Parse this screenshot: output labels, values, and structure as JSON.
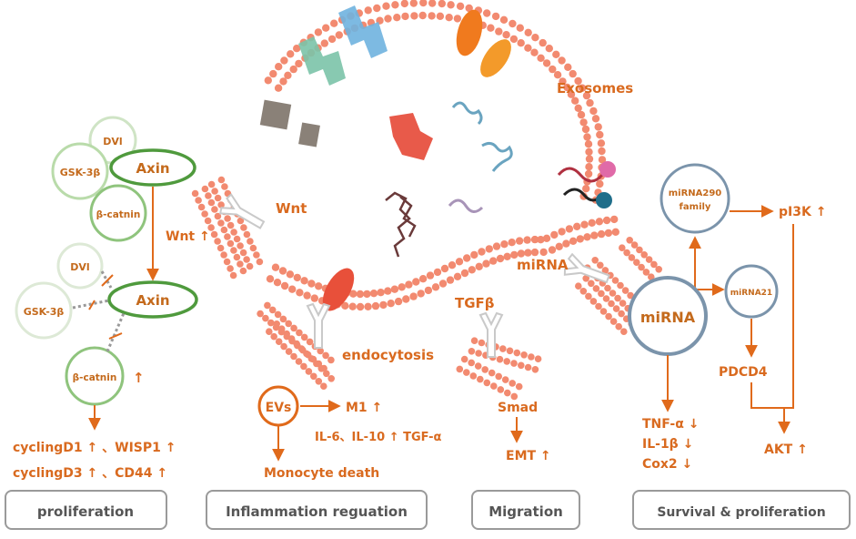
{
  "colors": {
    "accent": "#e06a1b",
    "membrane": "#f28a70",
    "node_green": "#5a9e4c",
    "node_blue": "#7b94ab",
    "box_border": "#9a9a9a"
  },
  "membrane_top": {
    "exosomes_label": "Exosomes"
  },
  "wnt_panel": {
    "dvl_1": "DVl",
    "gsk_1": "GSK-3β",
    "axin_1": "Axin",
    "bcat_1": "β-catnin",
    "wnt_arrow_label": "Wnt ↑",
    "dvl_2": "DVl",
    "gsk_2": "GSK-3β",
    "axin_2": "Axin",
    "bcat_2": "β-catnin",
    "bcat_2_arrow": "↑",
    "cyclin_d1": "cyclingD1 ↑ 、WISP1 ↑",
    "cyclin_d3": "cyclingD3 ↑ 、CD44 ↑"
  },
  "receptor_labels": {
    "wnt": "Wnt",
    "endocytosis": "endocytosis",
    "tgfb": "TGFβ",
    "mirna": "miRNA"
  },
  "inflammation": {
    "evs": "EVs",
    "m1": "M1 ↑",
    "cytokines": "IL-6、IL-10 ↑ TGF-α",
    "monocyte": "Monocyte death"
  },
  "migration": {
    "smad": "Smad",
    "emt": "EMT ↑"
  },
  "survival": {
    "mirna290": "miRNA290 family",
    "mirna290_line1": "miRNA290",
    "mirna290_line2": "family",
    "pi3k": "pI3K ↑",
    "mirna21": "miRNA21",
    "mirna_main": "miRNA",
    "pdcd4": "PDCD4",
    "tnf": "TNF-α ↓",
    "il1b": "IL-1β ↓",
    "cox2": "Cox2 ↓",
    "akt": "AKT ↑"
  },
  "boxes": {
    "proliferation": "proliferation",
    "inflammation": "Inflammation reguation",
    "migration": "Migration",
    "survival": "Survival & proliferation"
  }
}
